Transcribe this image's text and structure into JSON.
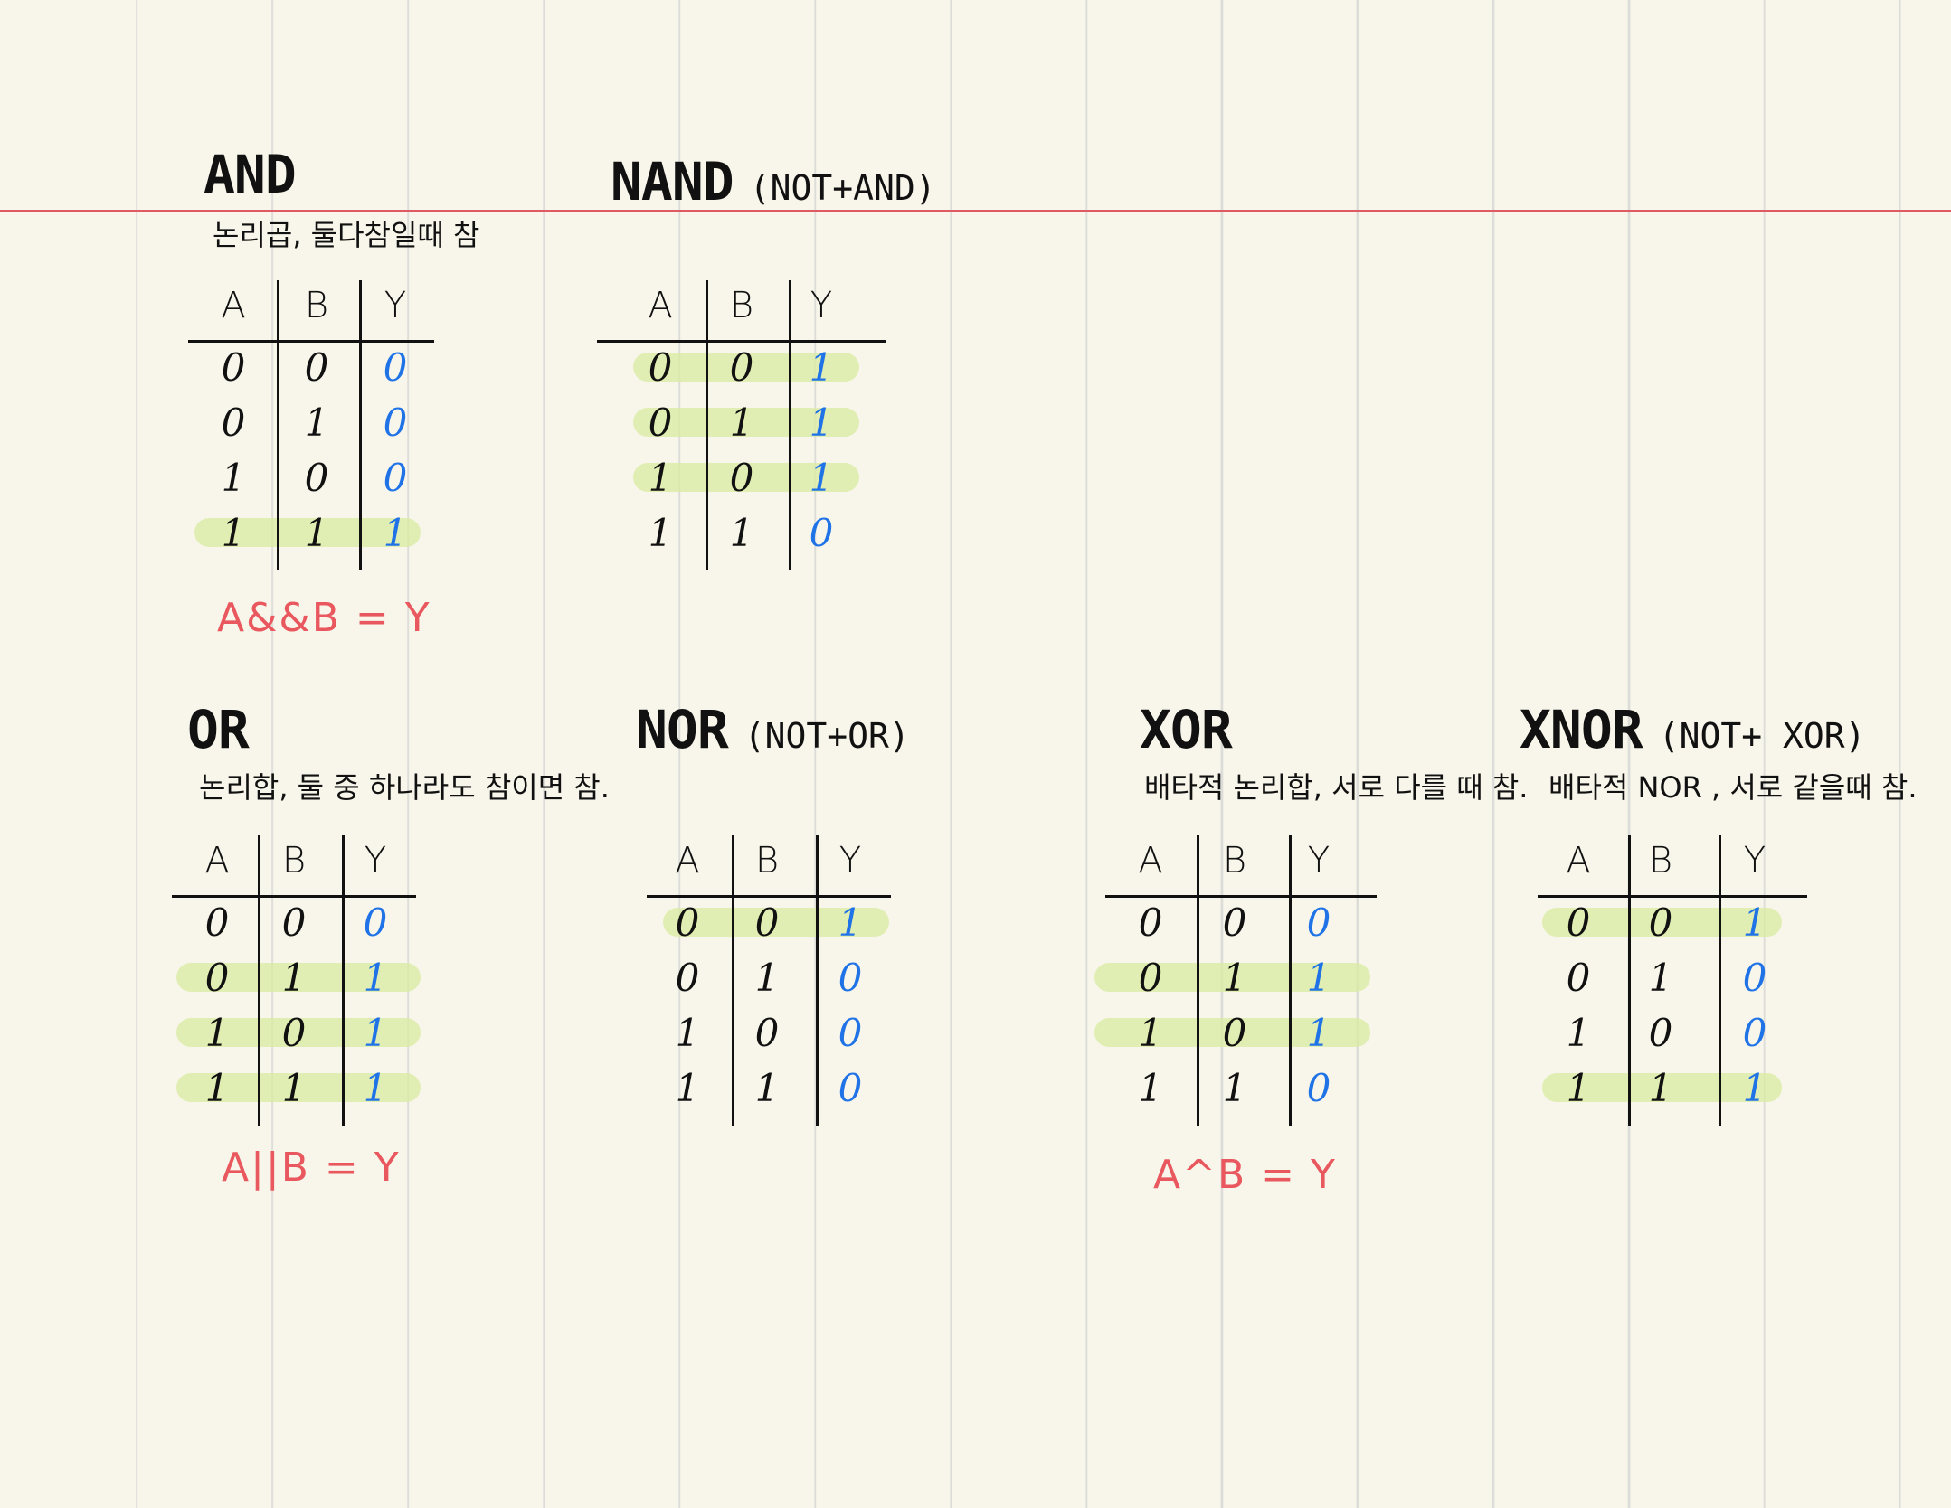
{
  "gates": [
    {
      "id": "and",
      "title": "AND",
      "subtitle": "",
      "description": "논리곱, 둘다참일때 참",
      "headers": [
        "A",
        "B",
        "Y"
      ],
      "rows": [
        [
          "0",
          "0",
          "0"
        ],
        [
          "0",
          "1",
          "0"
        ],
        [
          "1",
          "0",
          "0"
        ],
        [
          "1",
          "1",
          "1"
        ]
      ],
      "highlighted_rows": [
        3
      ],
      "formula": "A&&B = Y"
    },
    {
      "id": "nand",
      "title": "NAND",
      "subtitle": "(NOT+AND)",
      "description": "",
      "headers": [
        "A",
        "B",
        "Y"
      ],
      "rows": [
        [
          "0",
          "0",
          "1"
        ],
        [
          "0",
          "1",
          "1"
        ],
        [
          "1",
          "0",
          "1"
        ],
        [
          "1",
          "1",
          "0"
        ]
      ],
      "highlighted_rows": [
        0,
        1,
        2
      ],
      "formula": ""
    },
    {
      "id": "or",
      "title": "OR",
      "subtitle": "",
      "description": "논리합, 둘 중 하나라도 참이면 참.",
      "headers": [
        "A",
        "B",
        "Y"
      ],
      "rows": [
        [
          "0",
          "0",
          "0"
        ],
        [
          "0",
          "1",
          "1"
        ],
        [
          "1",
          "0",
          "1"
        ],
        [
          "1",
          "1",
          "1"
        ]
      ],
      "highlighted_rows": [
        1,
        2,
        3
      ],
      "formula": "A||B = Y"
    },
    {
      "id": "nor",
      "title": "NOR",
      "subtitle": "(NOT+OR)",
      "description": "",
      "headers": [
        "A",
        "B",
        "Y"
      ],
      "rows": [
        [
          "0",
          "0",
          "1"
        ],
        [
          "0",
          "1",
          "0"
        ],
        [
          "1",
          "0",
          "0"
        ],
        [
          "1",
          "1",
          "0"
        ]
      ],
      "highlighted_rows": [
        0
      ],
      "formula": ""
    },
    {
      "id": "xor",
      "title": "XOR",
      "subtitle": "",
      "description": "배타적 논리합, 서로 다를 때 참.",
      "headers": [
        "A",
        "B",
        "Y"
      ],
      "rows": [
        [
          "0",
          "0",
          "0"
        ],
        [
          "0",
          "1",
          "1"
        ],
        [
          "1",
          "0",
          "1"
        ],
        [
          "1",
          "1",
          "0"
        ]
      ],
      "highlighted_rows": [
        1,
        2
      ],
      "formula": "A^B = Y"
    },
    {
      "id": "xnor",
      "title": "XNOR",
      "subtitle": "(NOT+ XOR)",
      "description": "배타적 NOR , 서로 같을때 참.",
      "headers": [
        "A",
        "B",
        "Y"
      ],
      "rows": [
        [
          "0",
          "0",
          "1"
        ],
        [
          "0",
          "1",
          "0"
        ],
        [
          "1",
          "0",
          "0"
        ],
        [
          "1",
          "1",
          "1"
        ]
      ],
      "highlighted_rows": [
        0,
        3
      ],
      "formula": ""
    }
  ],
  "colors": {
    "paper": "#f8f6ea",
    "rule_line": "#dcdcd8",
    "margin_line": "#e05a64",
    "ink": "#111111",
    "output_ink": "#1f73e6",
    "formula_ink": "#e8585e",
    "highlight": "#daeba0"
  }
}
